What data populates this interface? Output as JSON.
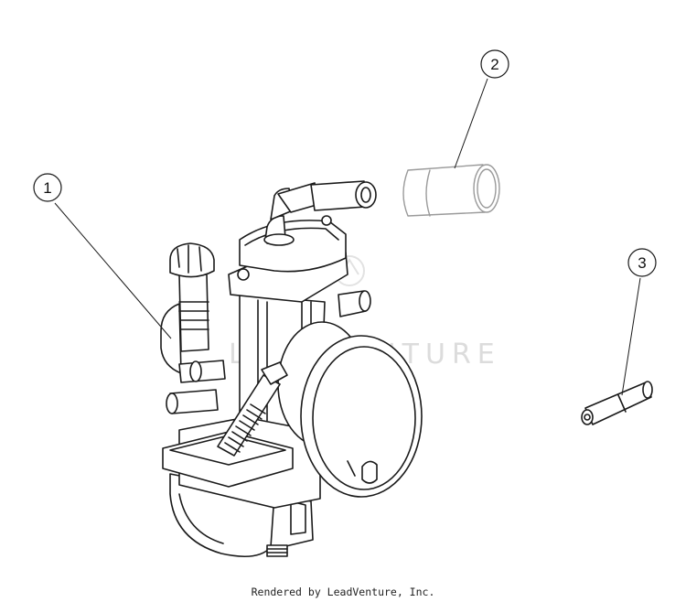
{
  "callouts": [
    {
      "number": "1",
      "part": "carburetor"
    },
    {
      "number": "2",
      "part": "sleeve"
    },
    {
      "number": "3",
      "part": "pin"
    }
  ],
  "watermark": "LEADVENTURE",
  "footer": "Rendered by LeadVenture, Inc.",
  "colors": {
    "line": "#1a1a1a",
    "light_line": "#b5b5b5",
    "background": "#ffffff",
    "watermark": "#dcdcdc"
  }
}
